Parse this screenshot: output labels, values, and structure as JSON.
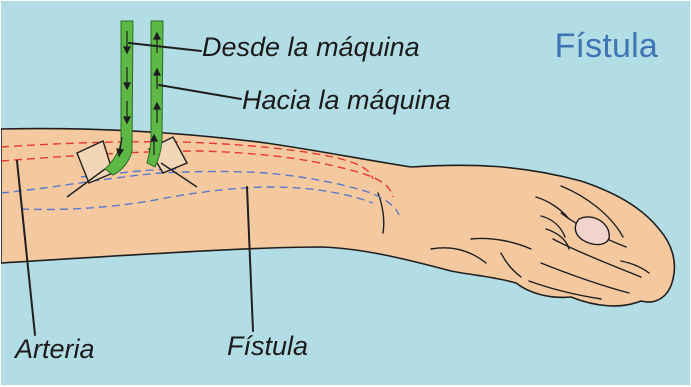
{
  "title": "Fístula",
  "labels": {
    "from_machine": "Desde la máquina",
    "to_machine": "Hacia la máquina",
    "artery": "Arteria",
    "fistula": "Fístula"
  },
  "colors": {
    "background": "#b3dde4",
    "skin": "#f5c9a0",
    "skin_outline": "#1f1f1f",
    "tube": "#5db846",
    "artery_line": "#e23a35",
    "vein_line": "#5b79c8",
    "title": "#3e74b3"
  }
}
